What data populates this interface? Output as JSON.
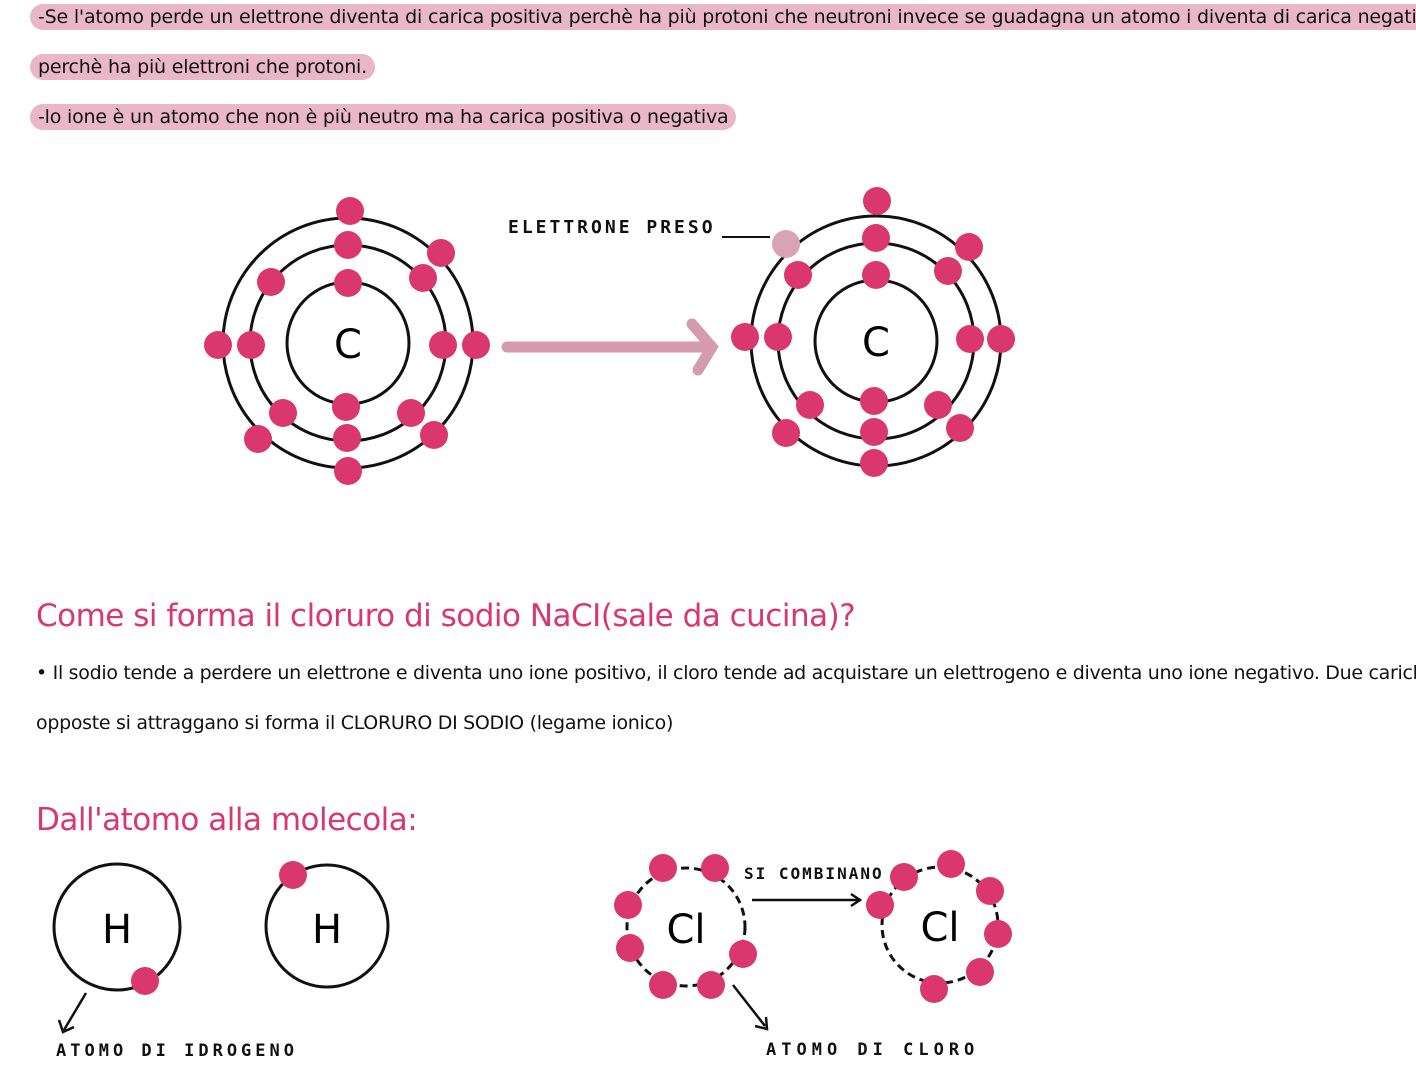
{
  "notes": {
    "line1": "-Se l'atomo perde un elettrone diventa di carica positiva perchè ha più protoni che neutroni invece se guadagna un atomo i diventa di carica negativa",
    "line2": "perchè ha più elettroni che protoni.",
    "line3": "-lo ione è un atomo che non è più neutro ma ha carica positiva o negativa"
  },
  "carbon_diagram": {
    "label_taken": "ELETTRONE PRESO",
    "atom_left_symbol": "C",
    "atom_right_symbol": "C"
  },
  "section_nacl": {
    "heading": "Come si forma il cloruro di sodio NaCI(sale da cucina)?",
    "paragraph_line1": "• Il sodio tende a perdere un elettrone e diventa uno ione positivo, il cloro tende ad acquistare un elettrogeno e diventa uno ione negativo. Due cariche",
    "paragraph_line2": "opposte si attraggano si forma il CLORURO DI SODIO (legame ionico)"
  },
  "section_molecule": {
    "heading": "Dall'atomo alla molecola:",
    "hydrogen_symbol_1": "H",
    "hydrogen_symbol_2": "H",
    "hydrogen_label": "ATOMO DI IDROGENO",
    "chlorine_symbol_1": "Cl",
    "chlorine_symbol_2": "Cl",
    "combine_label": "SI COMBINANO",
    "chlorine_label": "ATOMO DI CLORO"
  },
  "colors": {
    "electron": "#d9376e",
    "electron_taken": "#d8a3b5",
    "highlight": "#e9b7c8",
    "arrow": "#d49aae",
    "heading": "#d9376e"
  }
}
